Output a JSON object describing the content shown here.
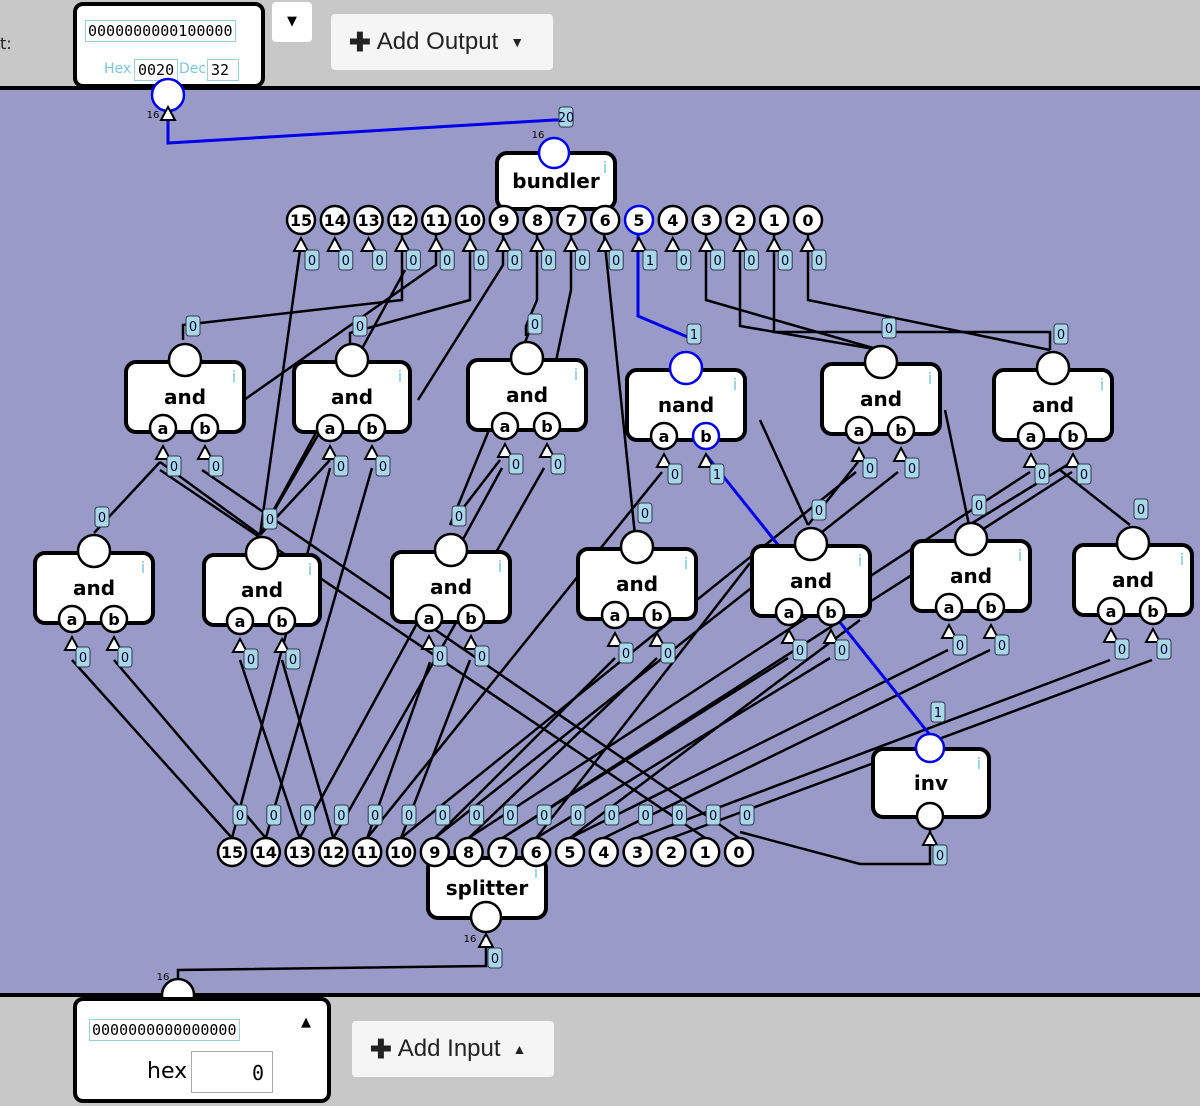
{
  "output": {
    "edge_label": "t:",
    "bits": "0000000000100000",
    "hex_label": "Hex",
    "hex_value": "0020",
    "dec_label": "Dec",
    "dec_value": "32",
    "menu_icon": "caret-down-icon",
    "add_label": "Add Output"
  },
  "input": {
    "bits": "0000000000000000",
    "hex_label": "hex",
    "hex_value": "0",
    "menu_icon": "caret-up-icon",
    "add_label": "Add Input"
  },
  "circuit": {
    "bundler_label": "bundler",
    "splitter_label": "splitter",
    "inv_label": "inv",
    "bus_width": "16",
    "bus_value_top": "20",
    "bus_value_bottom": "0",
    "bit_labels": [
      "15",
      "14",
      "13",
      "12",
      "11",
      "10",
      "9",
      "8",
      "7",
      "6",
      "5",
      "4",
      "3",
      "2",
      "1",
      "0"
    ],
    "bundler_values": [
      "0",
      "0",
      "0",
      "0",
      "0",
      "0",
      "0",
      "0",
      "0",
      "0",
      "1",
      "0",
      "0",
      "0",
      "0",
      "0"
    ],
    "splitter_values": [
      "0",
      "0",
      "0",
      "0",
      "0",
      "0",
      "0",
      "0",
      "0",
      "0",
      "0",
      "0",
      "0",
      "0",
      "0",
      "0"
    ],
    "gates": [
      {
        "type": "and",
        "in_a": "a",
        "in_b": "b",
        "out": "0",
        "va": "0",
        "vb": "0"
      },
      {
        "type": "and",
        "in_a": "a",
        "in_b": "b",
        "out": "0",
        "va": "0",
        "vb": "0"
      },
      {
        "type": "and",
        "in_a": "a",
        "in_b": "b",
        "out": "0",
        "va": "0",
        "vb": "0"
      },
      {
        "type": "nand",
        "in_a": "a",
        "in_b": "b",
        "out": "1",
        "va": "0",
        "vb": "1"
      },
      {
        "type": "and",
        "in_a": "a",
        "in_b": "b",
        "out": "0",
        "va": "0",
        "vb": "0"
      },
      {
        "type": "and",
        "in_a": "a",
        "in_b": "b",
        "out": "0",
        "va": "0",
        "vb": "0"
      },
      {
        "type": "and",
        "in_a": "a",
        "in_b": "b",
        "out": "0",
        "va": "0",
        "vb": "0"
      },
      {
        "type": "and",
        "in_a": "a",
        "in_b": "b",
        "out": "0",
        "va": "0",
        "vb": "0"
      },
      {
        "type": "and",
        "in_a": "a",
        "in_b": "b",
        "out": "0",
        "va": "0",
        "vb": "0"
      },
      {
        "type": "and",
        "in_a": "a",
        "in_b": "b",
        "out": "0",
        "va": "0",
        "vb": "0"
      },
      {
        "type": "and",
        "in_a": "a",
        "in_b": "b",
        "out": "0",
        "va": "0",
        "vb": "0"
      },
      {
        "type": "and",
        "in_a": "a",
        "in_b": "b",
        "out": "0",
        "va": "0",
        "vb": "0"
      },
      {
        "type": "and",
        "in_a": "a",
        "in_b": "b",
        "out": "0",
        "va": "0",
        "vb": "0"
      }
    ],
    "inv_out": "1",
    "inv_in": "0",
    "info_glyph": "i"
  },
  "colors": {
    "canvas": "#9a9ac8",
    "active_wire": "#0000ee",
    "wire": "#000000",
    "value_bg": "#a8d8e6"
  }
}
